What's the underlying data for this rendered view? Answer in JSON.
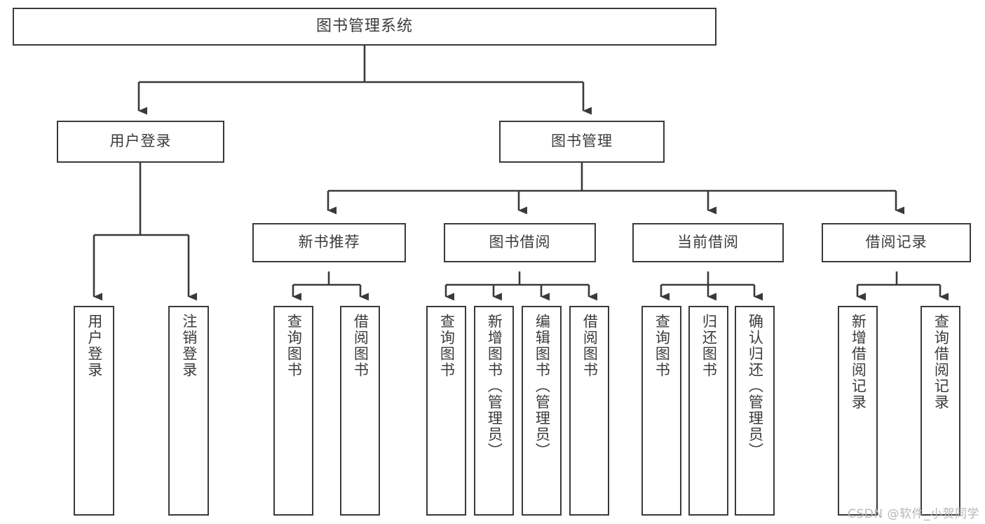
{
  "diagram": {
    "title": "图书管理系统",
    "type": "tree",
    "root": {
      "label": "图书管理系统"
    },
    "level1": [
      {
        "label": "用户登录"
      },
      {
        "label": "图书管理"
      }
    ],
    "level2": [
      {
        "label": "新书推荐"
      },
      {
        "label": "图书借阅"
      },
      {
        "label": "当前借阅"
      },
      {
        "label": "借阅记录"
      }
    ],
    "leaves": {
      "user_login": [
        {
          "label": "用户登录"
        },
        {
          "label": "注销登录"
        }
      ],
      "new_book_recommend": [
        {
          "label": "查询图书"
        },
        {
          "label": "借阅图书"
        }
      ],
      "book_borrow": [
        {
          "label": "查询图书"
        },
        {
          "label": "新增图书（管理员）"
        },
        {
          "label": "编辑图书（管理员）"
        },
        {
          "label": "借阅图书"
        }
      ],
      "current_borrow": [
        {
          "label": "查询图书"
        },
        {
          "label": "归还图书"
        },
        {
          "label": "确认归还（管理员）"
        }
      ],
      "borrow_record": [
        {
          "label": "新增借阅记录"
        },
        {
          "label": "查询借阅记录"
        }
      ]
    }
  },
  "watermark": {
    "text": "CSDN @软件_小贺同学"
  },
  "colors": {
    "border": "#3a3a3a",
    "text": "#3b3b3b",
    "background": "#ffffff",
    "watermark": "#b6b6b6"
  }
}
